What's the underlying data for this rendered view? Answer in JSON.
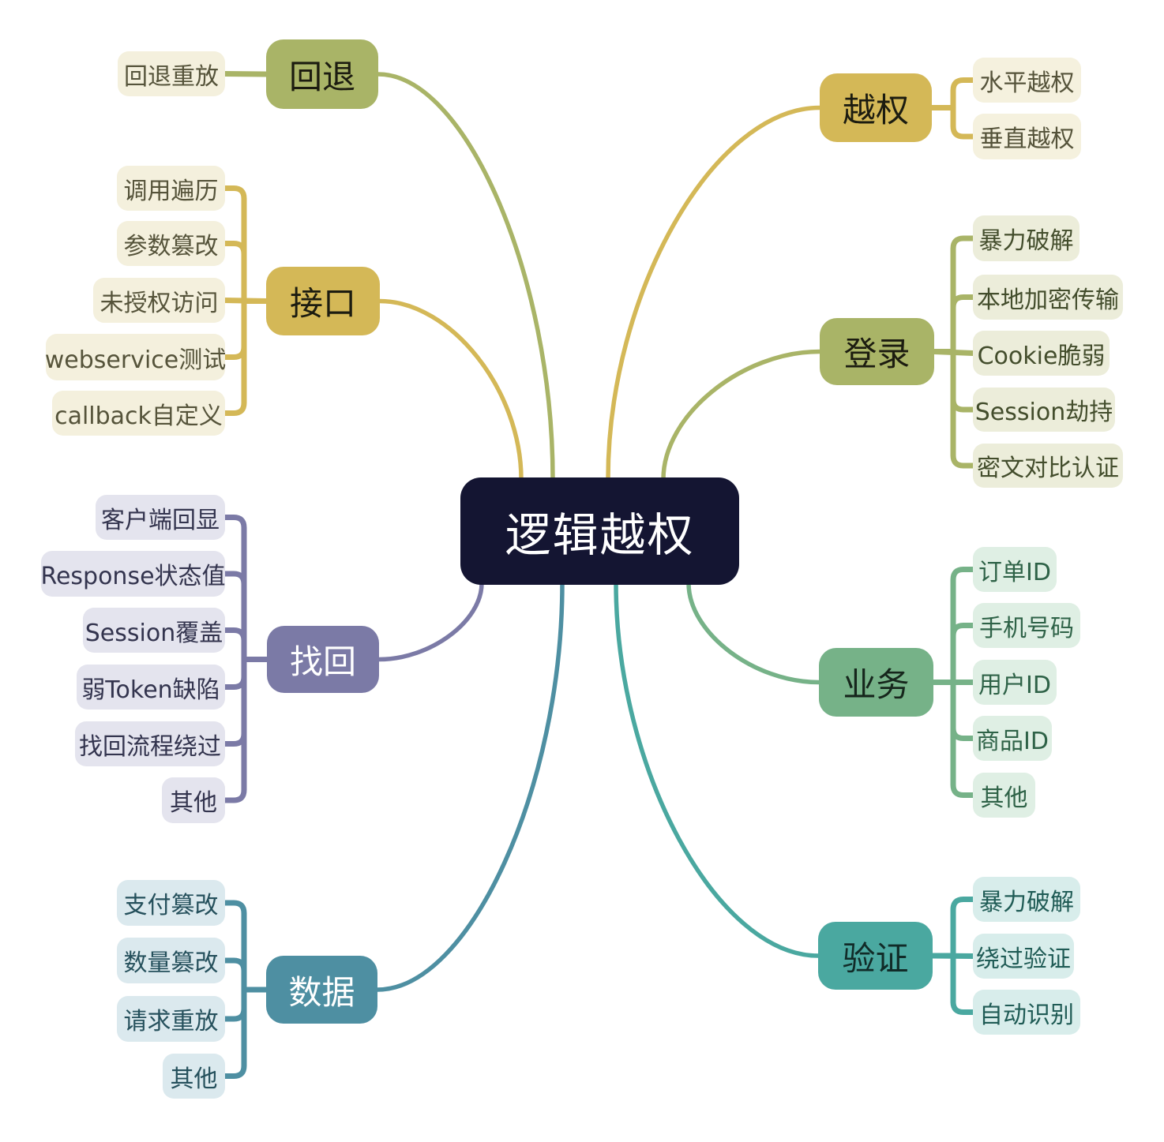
{
  "root": {
    "label": "逻辑越权",
    "bg": "#141532",
    "text_color": "#ffffff"
  },
  "branches": [
    {
      "id": "huitui",
      "label": "回退",
      "color": "#a9b467",
      "text_color": "#1c1c10",
      "child_fill": "#f4f0dd",
      "child_text": "#55533a",
      "children": [
        {
          "label": "回退重放"
        }
      ]
    },
    {
      "id": "jiekou",
      "label": "接口",
      "color": "#d4b857",
      "text_color": "#1c1c10",
      "child_fill": "#f4f0dd",
      "child_text": "#55533a",
      "children": [
        {
          "label": "调用遍历"
        },
        {
          "label": "参数篡改"
        },
        {
          "label": "未授权访问"
        },
        {
          "label": "webservice测试"
        },
        {
          "label": "callback自定义"
        }
      ]
    },
    {
      "id": "zhaohui",
      "label": "找回",
      "color": "#7b7aa6",
      "text_color": "#ffffff",
      "child_fill": "#e4e4ee",
      "child_text": "#33344e",
      "children": [
        {
          "label": "客户端回显"
        },
        {
          "label": "Response状态值"
        },
        {
          "label": "Session覆盖"
        },
        {
          "label": "弱Token缺陷"
        },
        {
          "label": "找回流程绕过"
        },
        {
          "label": "其他"
        }
      ]
    },
    {
      "id": "shuju",
      "label": "数据",
      "color": "#4e8fa2",
      "text_color": "#ffffff",
      "child_fill": "#dbe9ee",
      "child_text": "#25505c",
      "children": [
        {
          "label": "支付篡改"
        },
        {
          "label": "数量篡改"
        },
        {
          "label": "请求重放"
        },
        {
          "label": "其他"
        }
      ]
    },
    {
      "id": "yuequan",
      "label": "越权",
      "color": "#d4b857",
      "text_color": "#1c1c10",
      "child_fill": "#f5f1de",
      "child_text": "#55533a",
      "children": [
        {
          "label": "水平越权"
        },
        {
          "label": "垂直越权"
        }
      ]
    },
    {
      "id": "denglu",
      "label": "登录",
      "color": "#a9b467",
      "text_color": "#1c1c10",
      "child_fill": "#ecedda",
      "child_text": "#434d2c",
      "children": [
        {
          "label": "暴力破解"
        },
        {
          "label": "本地加密传输"
        },
        {
          "label": "Cookie脆弱"
        },
        {
          "label": "Session劫持"
        },
        {
          "label": "密文对比认证"
        }
      ]
    },
    {
      "id": "yewu",
      "label": "业务",
      "color": "#76b288",
      "text_color": "#16261c",
      "child_fill": "#dfefe4",
      "child_text": "#2e6247",
      "children": [
        {
          "label": "订单ID"
        },
        {
          "label": "手机号码"
        },
        {
          "label": "用户ID"
        },
        {
          "label": "商品ID"
        },
        {
          "label": "其他"
        }
      ]
    },
    {
      "id": "yanzheng",
      "label": "验证",
      "color": "#4aa8a0",
      "text_color": "#112b28",
      "child_fill": "#d8edeb",
      "child_text": "#1f5b55",
      "children": [
        {
          "label": "暴力破解"
        },
        {
          "label": "绕过验证"
        },
        {
          "label": "自动识别"
        }
      ]
    }
  ]
}
